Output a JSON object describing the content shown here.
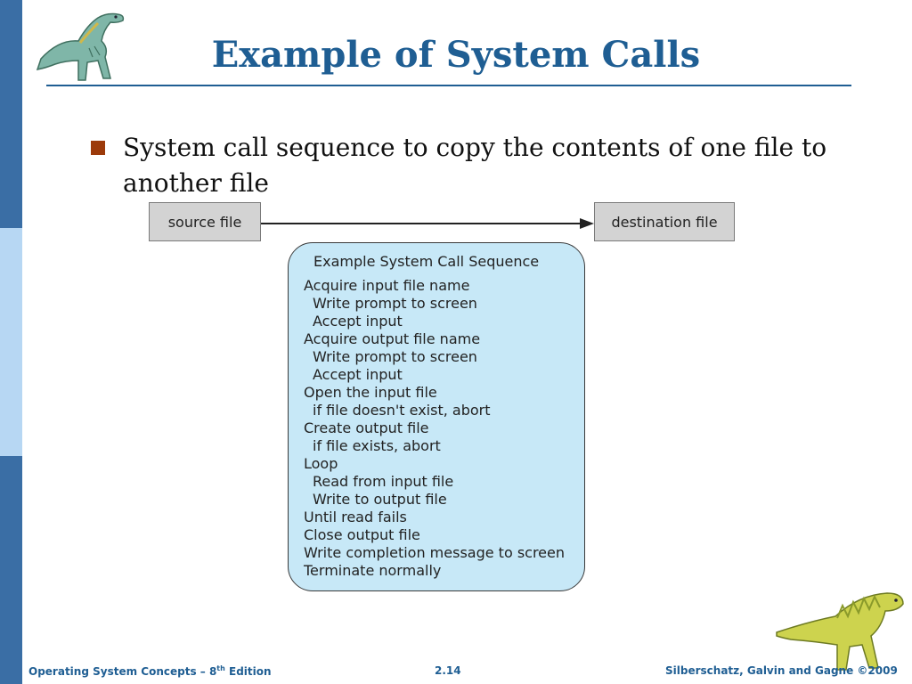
{
  "slide": {
    "title": "Example of System Calls",
    "bullet": "System call sequence to copy the contents of one file to another file"
  },
  "diagram": {
    "source_label": "source file",
    "destination_label": "destination  file",
    "sequence_title": "Example System Call Sequence",
    "sequence_steps": [
      {
        "text": "Acquire input file name",
        "indent": false
      },
      {
        "text": "Write prompt to screen",
        "indent": true
      },
      {
        "text": "Accept input",
        "indent": true
      },
      {
        "text": "Acquire output file name",
        "indent": false
      },
      {
        "text": "Write prompt to screen",
        "indent": true
      },
      {
        "text": "Accept input",
        "indent": true
      },
      {
        "text": "Open the input file",
        "indent": false
      },
      {
        "text": "if file doesn't exist, abort",
        "indent": true
      },
      {
        "text": "Create output file",
        "indent": false
      },
      {
        "text": "if file exists, abort",
        "indent": true
      },
      {
        "text": "Loop",
        "indent": false
      },
      {
        "text": "Read from input file",
        "indent": true
      },
      {
        "text": "Write to output file",
        "indent": true
      },
      {
        "text": "Until read fails",
        "indent": false
      },
      {
        "text": "Close output file",
        "indent": false
      },
      {
        "text": "Write completion message to screen",
        "indent": false
      },
      {
        "text": "Terminate normally",
        "indent": false
      }
    ]
  },
  "footer": {
    "left_prefix": "Operating System Concepts – 8",
    "left_sup": "th",
    "left_suffix": " Edition",
    "center": "2.14",
    "right": "Silberschatz, Galvin and Gagne ©2009"
  },
  "colors": {
    "title": "#1f5e93",
    "sidebar_dark": "#3a6ea5",
    "sidebar_light": "#b7d7f3",
    "bullet": "#9c3a0a",
    "sequence_box": "#c7e8f7",
    "file_box": "#d3d3d3"
  },
  "icons": [
    "dinosaur-icon",
    "dinosaur-icon",
    "arrow-right-icon"
  ]
}
